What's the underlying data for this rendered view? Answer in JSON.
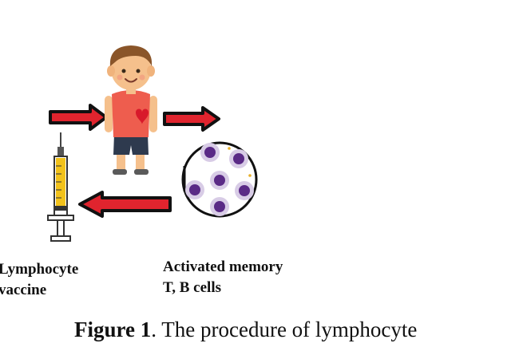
{
  "labels": {
    "vaccine_line1": "Lymphocyte",
    "vaccine_line2": "vaccine",
    "cells_line1": "Activated memory",
    "cells_line2": "T, B cells"
  },
  "caption": {
    "figure_label": "Figure 1",
    "text": ". The procedure of lymphocyte"
  },
  "colors": {
    "arrow_fill": "#e0242e",
    "arrow_outline": "#111111",
    "shirt": "#ee5d4e",
    "heart": "#d8192b",
    "skin": "#f5c08c",
    "hair": "#8a5529",
    "shorts": "#2e3a4e",
    "cell_nucleus": "#5a2a86",
    "cell_membrane": "#c8b6dc",
    "vaccine_liquid": "#f2c21b"
  },
  "icons": [
    "boy-figure",
    "syringe-icon",
    "cell-cluster-icon"
  ]
}
